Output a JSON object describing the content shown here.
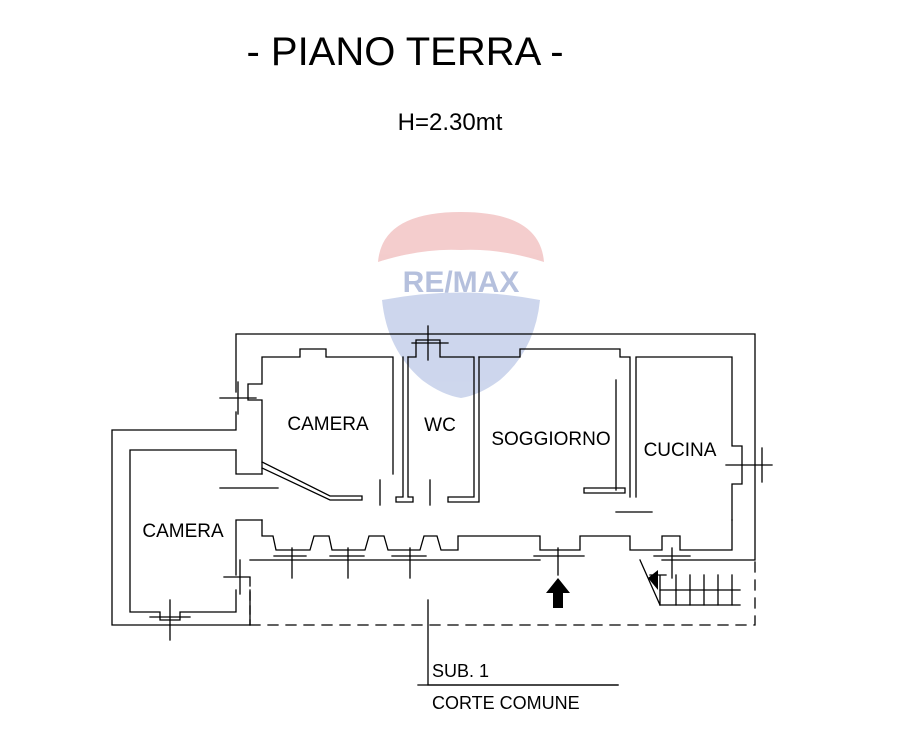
{
  "plan": {
    "title": "- PIANO TERRA -",
    "height_label": "H=2.30mt",
    "rooms": {
      "camera_1": "CAMERA",
      "wc": "WC",
      "soggiorno": "SOGGIORNO",
      "cucina": "CUCINA",
      "camera_2": "CAMERA"
    },
    "subunit_label": "SUB. 1",
    "courtyard_label": "CORTE COMUNE"
  },
  "watermark": {
    "brand_text": "RE/MAX",
    "balloon_top_color": "#f2c4c4",
    "balloon_bottom_color": "#c5d0ea"
  }
}
